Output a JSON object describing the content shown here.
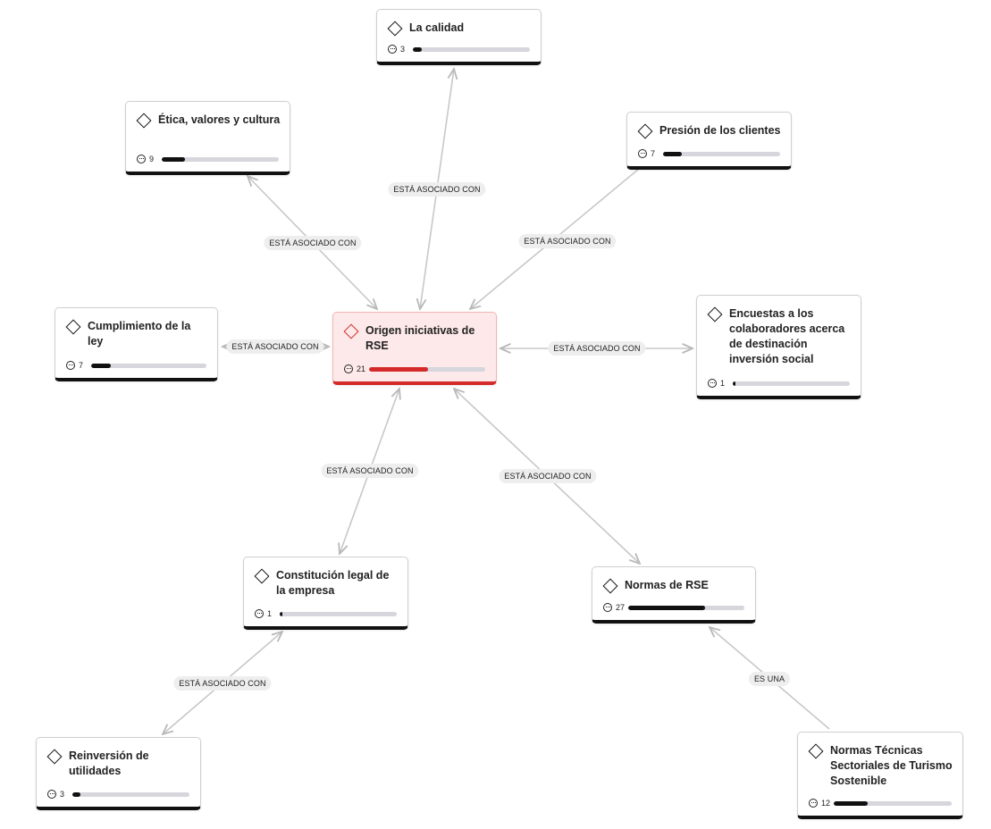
{
  "nodes": [
    {
      "id": "n-center",
      "title": "Origen iniciativas de RSE",
      "count": 21,
      "level": 0.51,
      "focus": true
    },
    {
      "id": "n-calidad",
      "title": "La calidad",
      "count": 3,
      "level": 0.08
    },
    {
      "id": "n-etica",
      "title": "Ética, valores  y cultura",
      "count": 9,
      "level": 0.2
    },
    {
      "id": "n-presion",
      "title": "Presión de los clientes",
      "count": 7,
      "level": 0.16
    },
    {
      "id": "n-cumplimiento",
      "title": "Cumplimiento de la ley",
      "count": 7,
      "level": 0.17
    },
    {
      "id": "n-encuestas",
      "title": "Encuestas a los colaboradores acerca de destinación inversión social",
      "count": 1,
      "level": 0.02
    },
    {
      "id": "n-constitucion",
      "title": "Constitución legal de la empresa",
      "count": 1,
      "level": 0.02
    },
    {
      "id": "n-normas",
      "title": "Normas de RSE",
      "count": 27,
      "level": 0.66
    },
    {
      "id": "n-reinversion",
      "title": "Reinversión de utilidades",
      "count": 3,
      "level": 0.07
    },
    {
      "id": "n-normas-tecnicas",
      "title": "Normas Técnicas Sectoriales de Turismo Sostenible",
      "count": 12,
      "level": 0.29
    }
  ],
  "edges": [
    {
      "from": "n-center",
      "to": "n-calidad",
      "label": "ESTÁ ASOCIADO CON"
    },
    {
      "from": "n-center",
      "to": "n-etica",
      "label": "ESTÁ ASOCIADO CON"
    },
    {
      "from": "n-center",
      "to": "n-presion",
      "label": "ESTÁ ASOCIADO CON"
    },
    {
      "from": "n-center",
      "to": "n-cumplimiento",
      "label": "ESTÁ ASOCIADO CON"
    },
    {
      "from": "n-center",
      "to": "n-encuestas",
      "label": "ESTÁ ASOCIADO CON"
    },
    {
      "from": "n-center",
      "to": "n-constitucion",
      "label": "ESTÁ ASOCIADO CON"
    },
    {
      "from": "n-center",
      "to": "n-normas",
      "label": "ESTÁ ASOCIADO CON"
    },
    {
      "from": "n-constitucion",
      "to": "n-reinversion",
      "label": "ESTÁ ASOCIADO CON"
    },
    {
      "from": "n-normas-tecnicas",
      "to": "n-normas",
      "label": "ES UNA"
    }
  ],
  "colors": {
    "focus_accent": "#d42a2a",
    "focus_background": "#fde9e9",
    "edge": "#c8c8c8",
    "bar_track": "#d6d6dc",
    "bar_fill": "#111111"
  },
  "icons": {
    "node": "diamond-icon",
    "comments": "comment-icon"
  }
}
